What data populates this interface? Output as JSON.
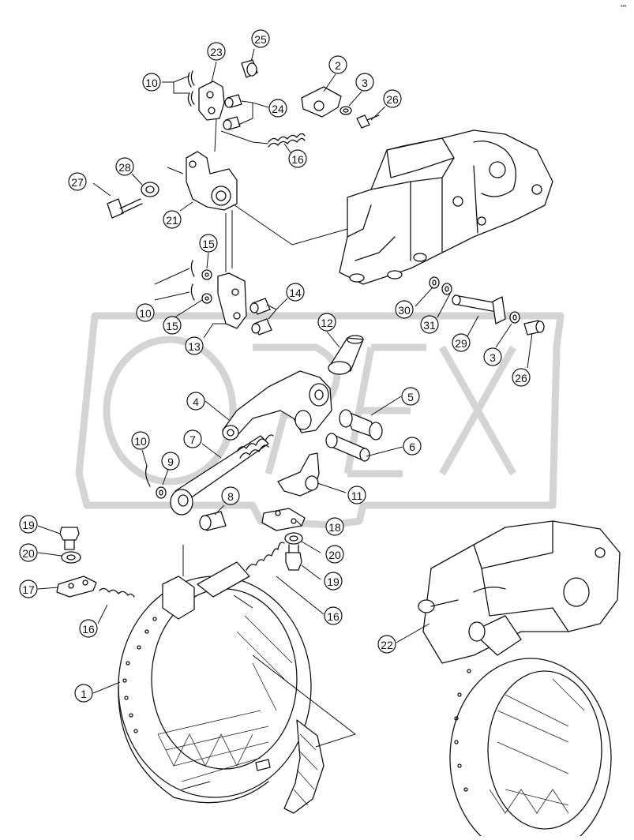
{
  "watermark": {
    "text": "OPEX",
    "color": "#d6d6d6"
  },
  "corner_mark": "•••",
  "callouts": [
    {
      "id": "c1",
      "label": "1"
    },
    {
      "id": "c2",
      "label": "2"
    },
    {
      "id": "c3a",
      "label": "3"
    },
    {
      "id": "c3b",
      "label": "3"
    },
    {
      "id": "c4",
      "label": "4"
    },
    {
      "id": "c5",
      "label": "5"
    },
    {
      "id": "c6",
      "label": "6"
    },
    {
      "id": "c7",
      "label": "7"
    },
    {
      "id": "c8",
      "label": "8"
    },
    {
      "id": "c9",
      "label": "9"
    },
    {
      "id": "c10a",
      "label": "10"
    },
    {
      "id": "c10b",
      "label": "10"
    },
    {
      "id": "c10c",
      "label": "10"
    },
    {
      "id": "c11",
      "label": "11"
    },
    {
      "id": "c12",
      "label": "12"
    },
    {
      "id": "c13",
      "label": "13"
    },
    {
      "id": "c14",
      "label": "14"
    },
    {
      "id": "c15a",
      "label": "15"
    },
    {
      "id": "c15b",
      "label": "15"
    },
    {
      "id": "c16a",
      "label": "16"
    },
    {
      "id": "c16b",
      "label": "16"
    },
    {
      "id": "c16c",
      "label": "16"
    },
    {
      "id": "c17",
      "label": "17"
    },
    {
      "id": "c18",
      "label": "18"
    },
    {
      "id": "c19a",
      "label": "19"
    },
    {
      "id": "c19b",
      "label": "19"
    },
    {
      "id": "c20a",
      "label": "20"
    },
    {
      "id": "c20b",
      "label": "20"
    },
    {
      "id": "c21",
      "label": "21"
    },
    {
      "id": "c22",
      "label": "22"
    },
    {
      "id": "c23",
      "label": "23"
    },
    {
      "id": "c24",
      "label": "24"
    },
    {
      "id": "c25",
      "label": "25"
    },
    {
      "id": "c26a",
      "label": "26"
    },
    {
      "id": "c26b",
      "label": "26"
    },
    {
      "id": "c27",
      "label": "27"
    },
    {
      "id": "c28",
      "label": "28"
    },
    {
      "id": "c29",
      "label": "29"
    },
    {
      "id": "c30",
      "label": "30"
    },
    {
      "id": "c31",
      "label": "31"
    }
  ]
}
